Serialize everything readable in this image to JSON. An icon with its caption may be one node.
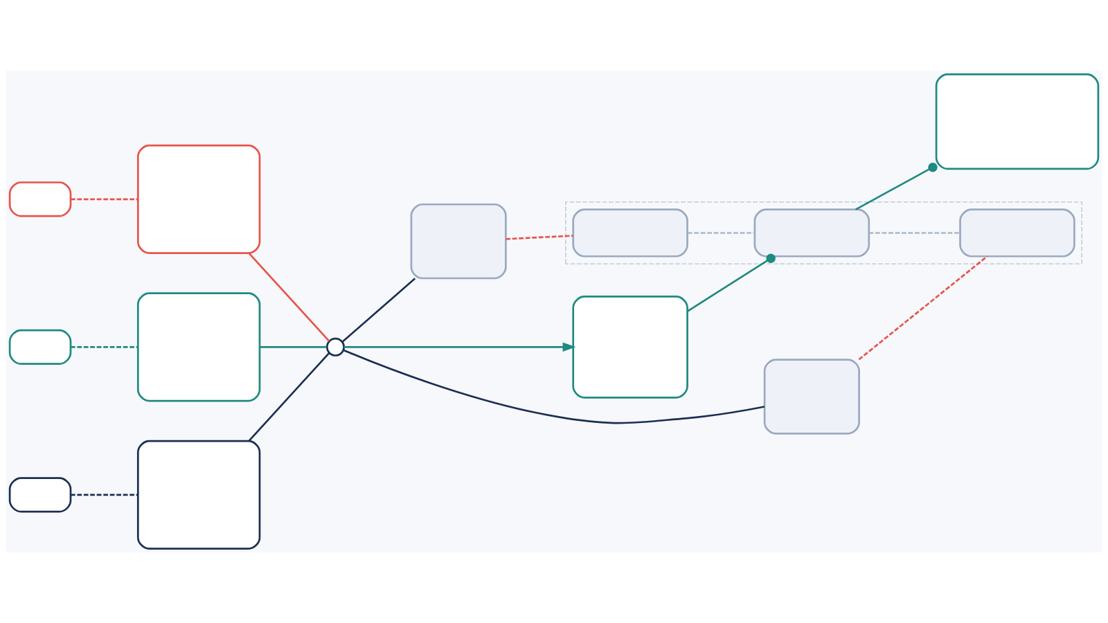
{
  "diagram": {
    "nodes": [
      {
        "text": [],
        "shape": "box"
      },
      {
        "text": [],
        "shape": "box"
      },
      {
        "text": [],
        "shape": "box"
      },
      {
        "text": [],
        "shape": "box"
      },
      {
        "text": [],
        "shape": "box"
      },
      {
        "text": [],
        "shape": "box"
      },
      {
        "text": [],
        "shape": "circle"
      },
      {
        "text": [],
        "shape": "box"
      },
      {
        "text": [],
        "shape": "box"
      },
      {
        "text": [],
        "shape": "box"
      },
      {
        "text": [],
        "shape": "box"
      },
      {
        "text": [],
        "shape": "box",
        "in": 10
      },
      {
        "text": [],
        "shape": "box",
        "in": 10
      },
      {
        "text": [],
        "shape": "box",
        "in": 10
      },
      {
        "text": [],
        "shape": "box"
      }
    ],
    "edges": [
      {
        "from": 0,
        "to": 3,
        "arrow": "none",
        "style": "dashed",
        "color": "#e8534a"
      },
      {
        "from": 1,
        "to": 4,
        "arrow": "none",
        "style": "dashed",
        "color": "#1f8a80"
      },
      {
        "from": 2,
        "to": 5,
        "arrow": "none",
        "style": "dashed",
        "color": "#1b2f52"
      },
      {
        "from": 3,
        "to": 6,
        "arrow": "none",
        "color": "#e8534a"
      },
      {
        "from": 4,
        "to": 6,
        "arrow": "none",
        "color": "#1f8a80"
      },
      {
        "from": 5,
        "to": 6,
        "arrow": "none",
        "color": "#1b2f52"
      },
      {
        "from": 6,
        "to": 7,
        "arrow": "none",
        "color": "#1b2f52"
      },
      {
        "from": 6,
        "to": 8,
        "arrow": "to",
        "color": "#1f8a80"
      },
      {
        "from": 6,
        "to": 9,
        "arrow": "none",
        "color": "#1b2f52"
      },
      {
        "from": 7,
        "to": 11,
        "arrow": "none",
        "style": "dashed",
        "color": "#e8534a"
      },
      {
        "from": 8,
        "to": 12,
        "arrow": "other",
        "color": "#1f8a80"
      },
      {
        "from": 9,
        "to": 13,
        "arrow": "none",
        "style": "dashed",
        "color": "#e8534a"
      },
      {
        "from": 11,
        "to": 12,
        "arrow": "none",
        "style": "dashed",
        "color": "#aab8c8"
      },
      {
        "from": 12,
        "to": 13,
        "arrow": "none",
        "style": "dashed",
        "color": "#aab8c8"
      },
      {
        "from": 12,
        "to": 14,
        "arrow": "other",
        "color": "#1f8a80"
      }
    ]
  }
}
